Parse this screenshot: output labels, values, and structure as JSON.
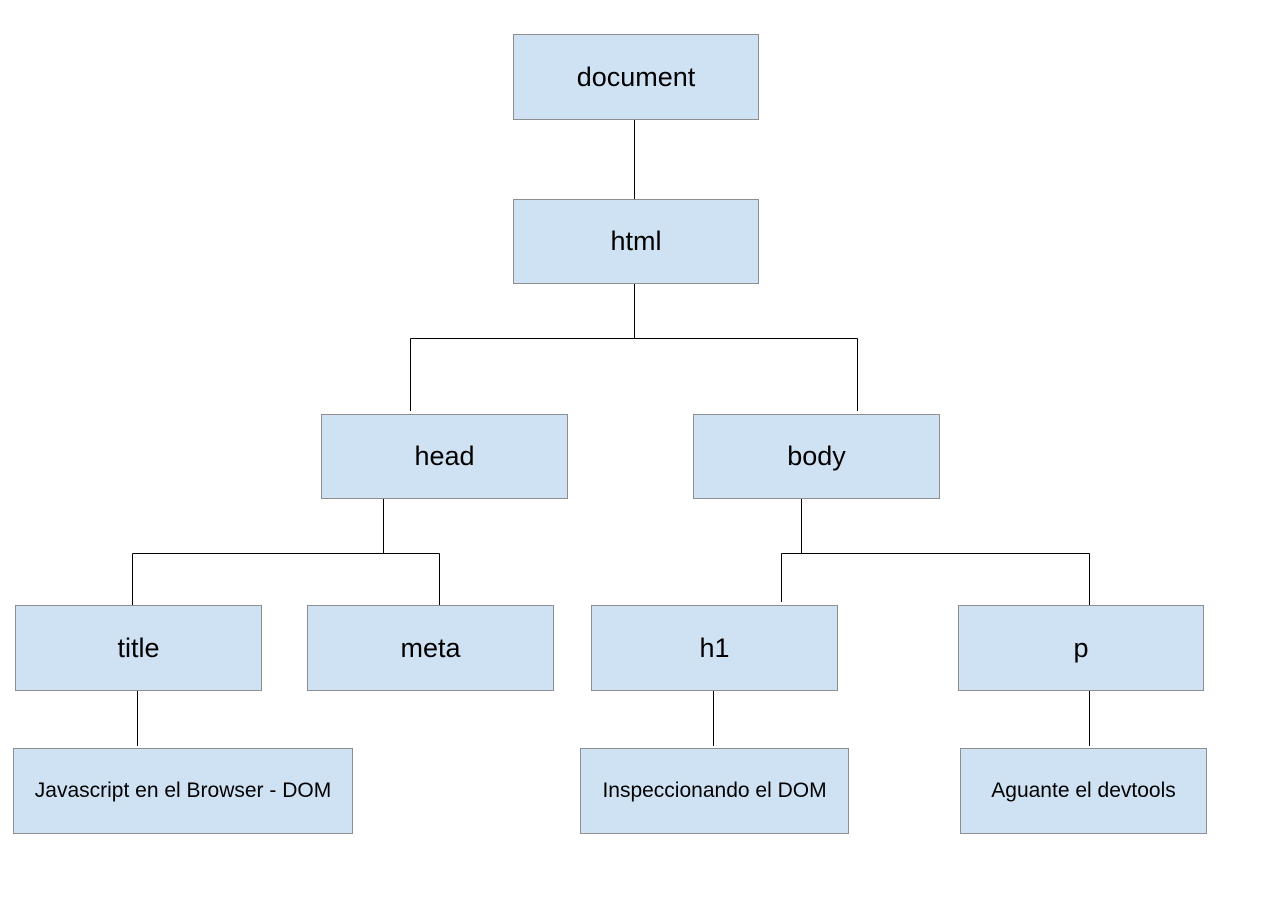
{
  "nodes": {
    "document": "document",
    "html": "html",
    "head": "head",
    "body": "body",
    "title": "title",
    "meta": "meta",
    "h1": "h1",
    "p": "p",
    "title_text": "Javascript en el Browser - DOM",
    "h1_text": "Inspeccionando el DOM",
    "p_text": "Aguante el devtools"
  },
  "colors": {
    "node_fill": "#cfe2f3",
    "node_border": "#8e8e8e",
    "connector": "#000000"
  }
}
